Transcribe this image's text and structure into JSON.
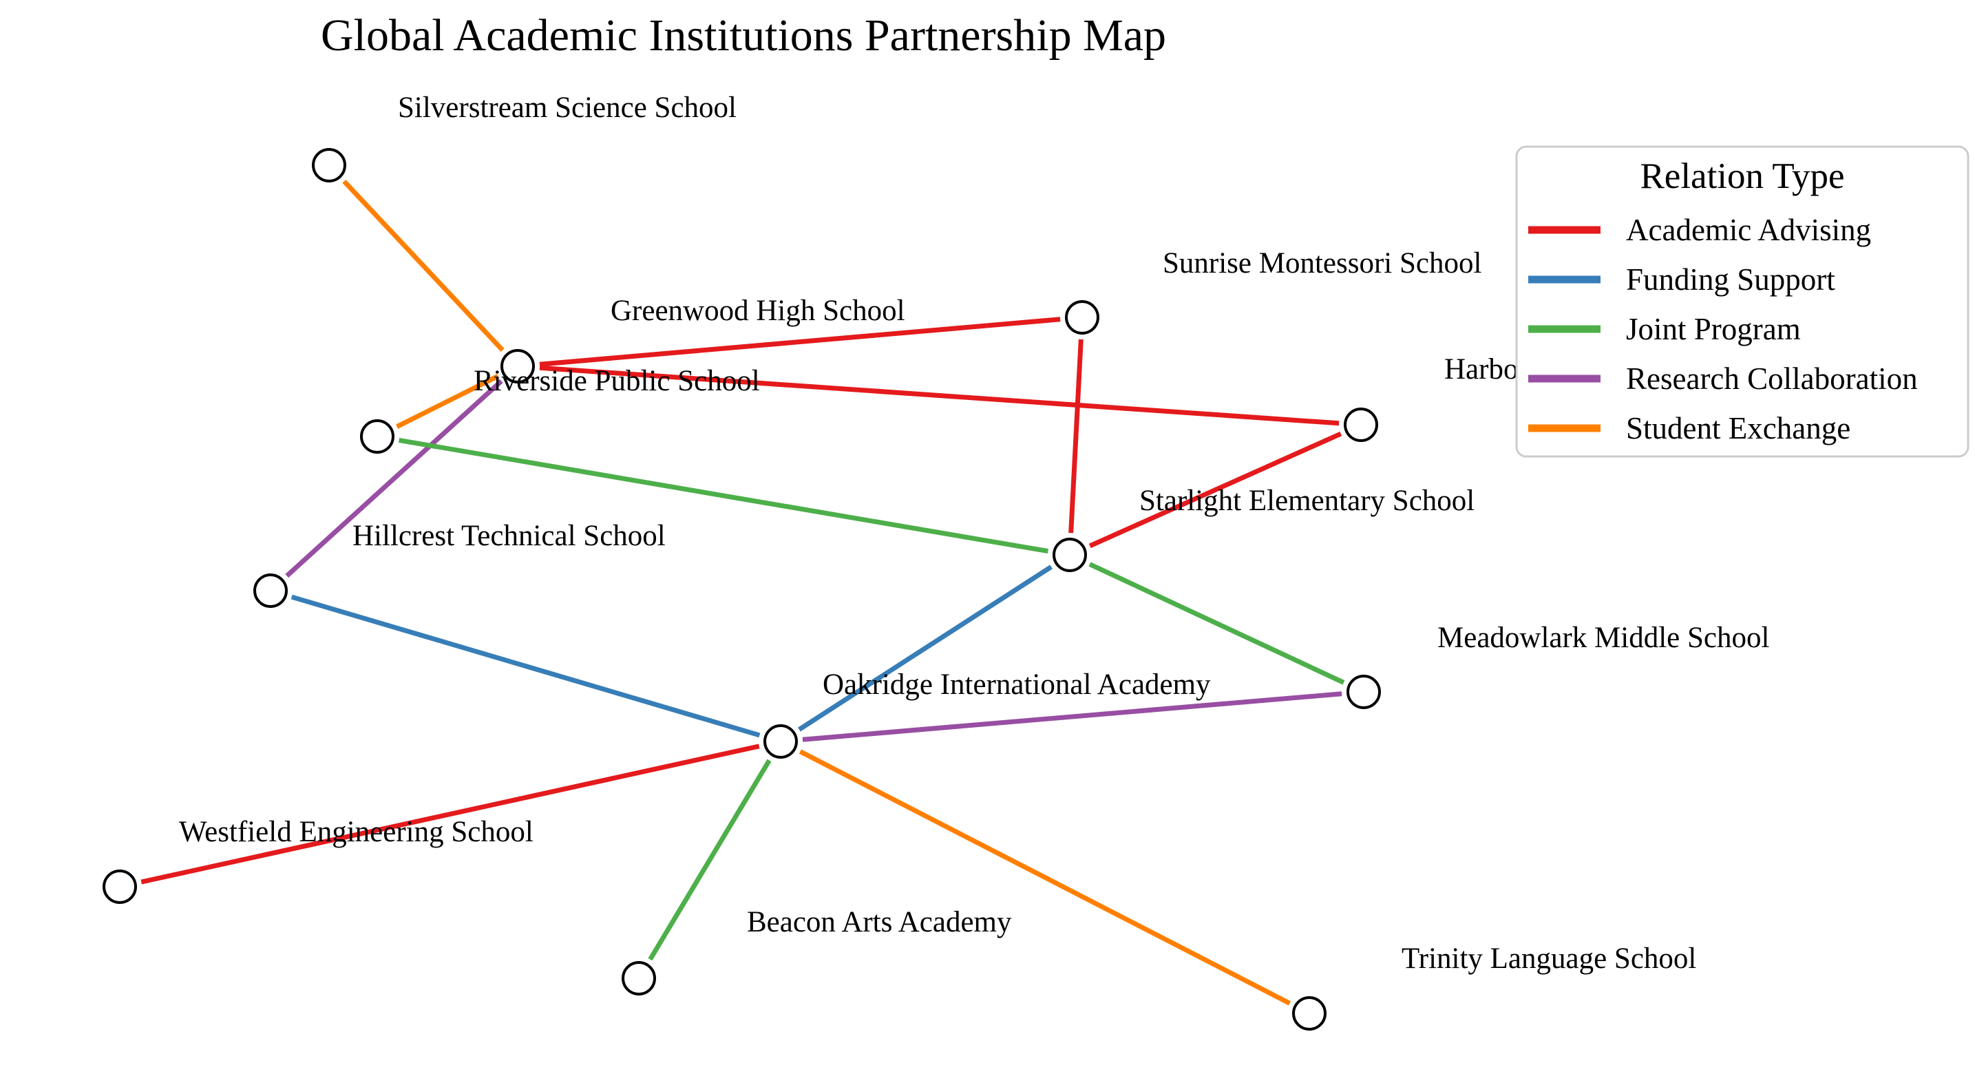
{
  "title": "Global Academic Institutions Partnership Map",
  "legend": {
    "title": "Relation Type",
    "items": [
      {
        "label": "Academic Advising",
        "color": "#e41a1c"
      },
      {
        "label": "Funding Support",
        "color": "#377eb8"
      },
      {
        "label": "Joint Program",
        "color": "#4daf4a"
      },
      {
        "label": "Research Collaboration",
        "color": "#984ea3"
      },
      {
        "label": "Student Exchange",
        "color": "#ff7f00"
      }
    ]
  },
  "nodes": [
    {
      "id": "silverstream",
      "label": "Silverstream Science School"
    },
    {
      "id": "greenwood",
      "label": "Greenwood High School"
    },
    {
      "id": "riverside",
      "label": "Riverside Public School"
    },
    {
      "id": "sunrise",
      "label": "Sunrise Montessori School"
    },
    {
      "id": "harborview",
      "label": "Harborview STEM School"
    },
    {
      "id": "starlight",
      "label": "Starlight Elementary School"
    },
    {
      "id": "hillcrest",
      "label": "Hillcrest Technical School"
    },
    {
      "id": "meadowlark",
      "label": "Meadowlark Middle School"
    },
    {
      "id": "oakridge",
      "label": "Oakridge International Academy"
    },
    {
      "id": "westfield",
      "label": "Westfield Engineering School"
    },
    {
      "id": "beacon",
      "label": "Beacon Arts Academy"
    },
    {
      "id": "trinity",
      "label": "Trinity Language School"
    }
  ],
  "edges": [
    {
      "source": "silverstream",
      "target": "riverside",
      "relation": "Student Exchange"
    },
    {
      "source": "riverside",
      "target": "sunrise",
      "relation": "Academic Advising"
    },
    {
      "source": "riverside",
      "target": "harborview",
      "relation": "Academic Advising"
    },
    {
      "source": "greenwood",
      "target": "riverside",
      "relation": "Student Exchange"
    },
    {
      "source": "hillcrest",
      "target": "riverside",
      "relation": "Research Collaboration"
    },
    {
      "source": "greenwood",
      "target": "starlight",
      "relation": "Joint Program"
    },
    {
      "source": "sunrise",
      "target": "starlight",
      "relation": "Academic Advising"
    },
    {
      "source": "starlight",
      "target": "harborview",
      "relation": "Academic Advising"
    },
    {
      "source": "starlight",
      "target": "meadowlark",
      "relation": "Joint Program"
    },
    {
      "source": "starlight",
      "target": "oakridge",
      "relation": "Funding Support"
    },
    {
      "source": "hillcrest",
      "target": "oakridge",
      "relation": "Funding Support"
    },
    {
      "source": "oakridge",
      "target": "meadowlark",
      "relation": "Research Collaboration"
    },
    {
      "source": "westfield",
      "target": "oakridge",
      "relation": "Academic Advising"
    },
    {
      "source": "oakridge",
      "target": "beacon",
      "relation": "Joint Program"
    },
    {
      "source": "oakridge",
      "target": "trinity",
      "relation": "Student Exchange"
    }
  ]
}
